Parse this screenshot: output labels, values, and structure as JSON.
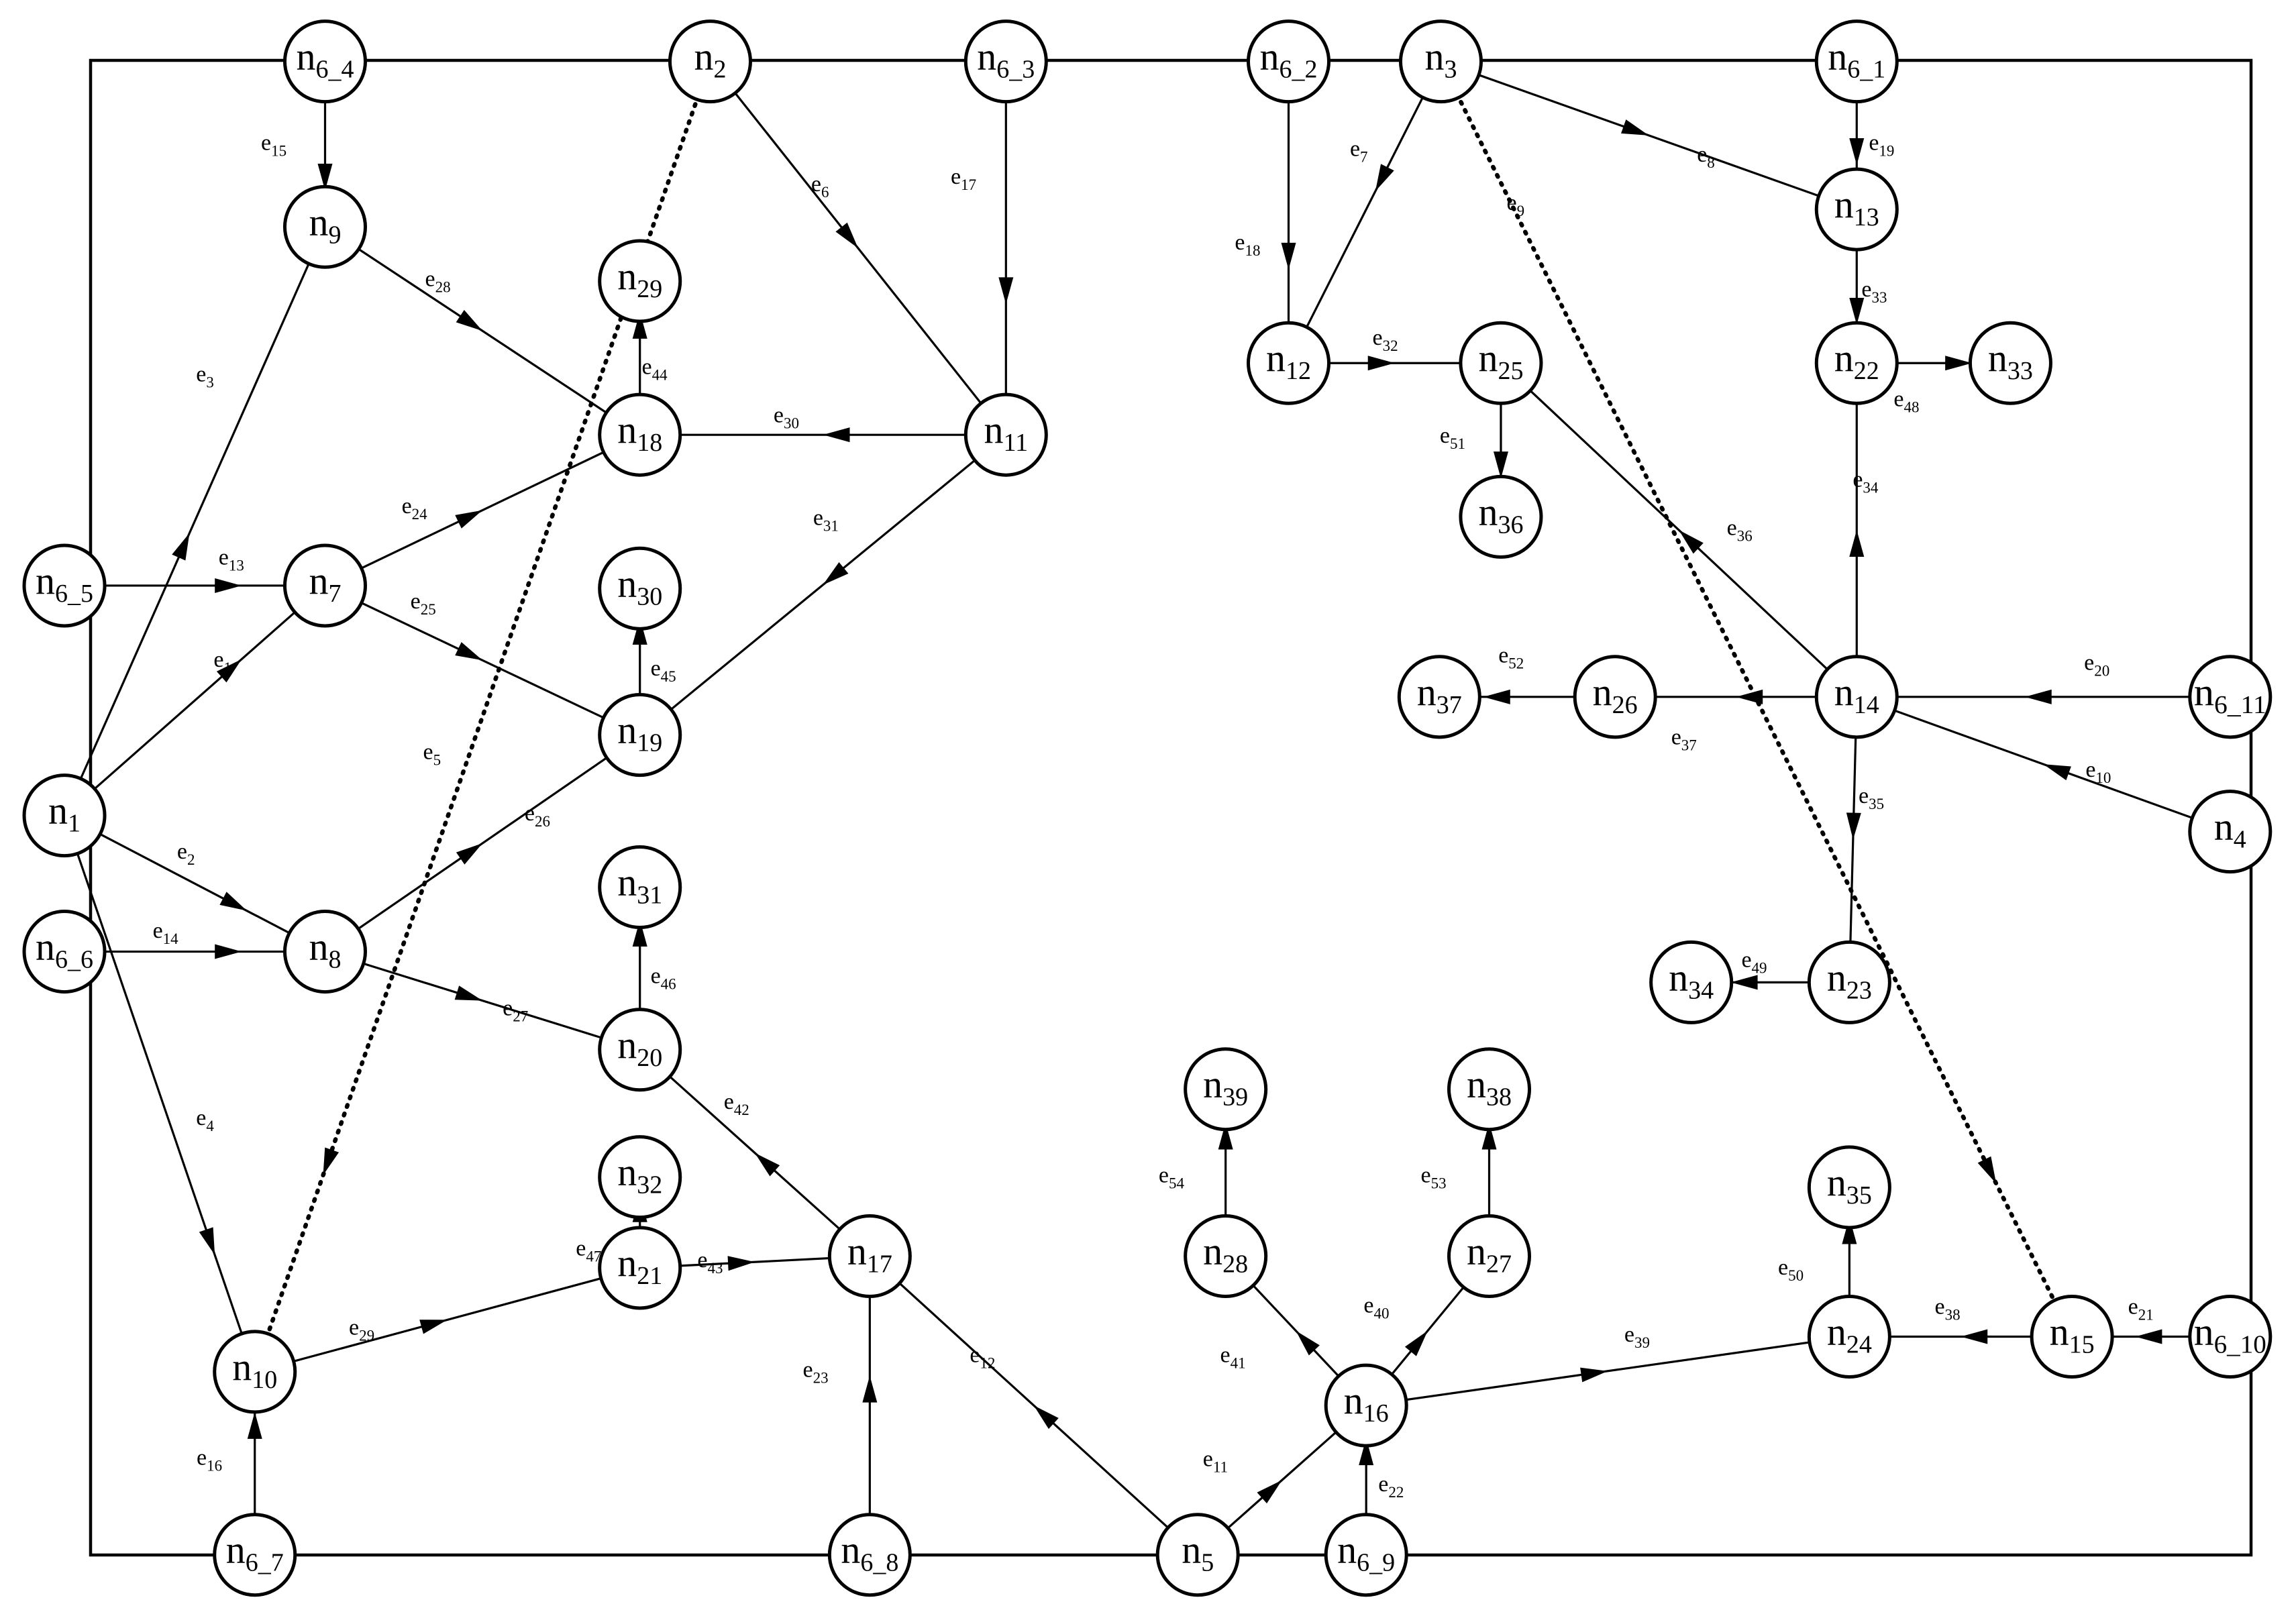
{
  "nodes": [
    {
      "id": "n1",
      "base": "n",
      "sub": "1"
    },
    {
      "id": "n2",
      "base": "n",
      "sub": "2"
    },
    {
      "id": "n3",
      "base": "n",
      "sub": "3"
    },
    {
      "id": "n4",
      "base": "n",
      "sub": "4"
    },
    {
      "id": "n5",
      "base": "n",
      "sub": "5"
    },
    {
      "id": "n6_1",
      "base": "n",
      "sub": "6_1"
    },
    {
      "id": "n6_2",
      "base": "n",
      "sub": "6_2"
    },
    {
      "id": "n6_3",
      "base": "n",
      "sub": "6_3"
    },
    {
      "id": "n6_4",
      "base": "n",
      "sub": "6_4"
    },
    {
      "id": "n6_5",
      "base": "n",
      "sub": "6_5"
    },
    {
      "id": "n6_6",
      "base": "n",
      "sub": "6_6"
    },
    {
      "id": "n6_7",
      "base": "n",
      "sub": "6_7"
    },
    {
      "id": "n6_8",
      "base": "n",
      "sub": "6_8"
    },
    {
      "id": "n6_9",
      "base": "n",
      "sub": "6_9"
    },
    {
      "id": "n6_10",
      "base": "n",
      "sub": "6_10"
    },
    {
      "id": "n6_11",
      "base": "n",
      "sub": "6_11"
    },
    {
      "id": "n7",
      "base": "n",
      "sub": "7"
    },
    {
      "id": "n8",
      "base": "n",
      "sub": "8"
    },
    {
      "id": "n9",
      "base": "n",
      "sub": "9"
    },
    {
      "id": "n10",
      "base": "n",
      "sub": "10"
    },
    {
      "id": "n11",
      "base": "n",
      "sub": "11"
    },
    {
      "id": "n12",
      "base": "n",
      "sub": "12"
    },
    {
      "id": "n13",
      "base": "n",
      "sub": "13"
    },
    {
      "id": "n14",
      "base": "n",
      "sub": "14"
    },
    {
      "id": "n15",
      "base": "n",
      "sub": "15"
    },
    {
      "id": "n16",
      "base": "n",
      "sub": "16"
    },
    {
      "id": "n17",
      "base": "n",
      "sub": "17"
    },
    {
      "id": "n18",
      "base": "n",
      "sub": "18"
    },
    {
      "id": "n19",
      "base": "n",
      "sub": "19"
    },
    {
      "id": "n20",
      "base": "n",
      "sub": "20"
    },
    {
      "id": "n21",
      "base": "n",
      "sub": "21"
    },
    {
      "id": "n22",
      "base": "n",
      "sub": "22"
    },
    {
      "id": "n23",
      "base": "n",
      "sub": "23"
    },
    {
      "id": "n24",
      "base": "n",
      "sub": "24"
    },
    {
      "id": "n25",
      "base": "n",
      "sub": "25"
    },
    {
      "id": "n26",
      "base": "n",
      "sub": "26"
    },
    {
      "id": "n27",
      "base": "n",
      "sub": "27"
    },
    {
      "id": "n28",
      "base": "n",
      "sub": "28"
    },
    {
      "id": "n29",
      "base": "n",
      "sub": "29"
    },
    {
      "id": "n30",
      "base": "n",
      "sub": "30"
    },
    {
      "id": "n31",
      "base": "n",
      "sub": "31"
    },
    {
      "id": "n32",
      "base": "n",
      "sub": "32"
    },
    {
      "id": "n33",
      "base": "n",
      "sub": "33"
    },
    {
      "id": "n34",
      "base": "n",
      "sub": "34"
    },
    {
      "id": "n35",
      "base": "n",
      "sub": "35"
    },
    {
      "id": "n36",
      "base": "n",
      "sub": "36"
    },
    {
      "id": "n37",
      "base": "n",
      "sub": "37"
    },
    {
      "id": "n38",
      "base": "n",
      "sub": "38"
    },
    {
      "id": "n39",
      "base": "n",
      "sub": "39"
    }
  ],
  "edges": [
    {
      "id": "e1",
      "base": "e",
      "sub": "1",
      "from": "n1",
      "to": "n7"
    },
    {
      "id": "e2",
      "base": "e",
      "sub": "2",
      "from": "n1",
      "to": "n8"
    },
    {
      "id": "e3",
      "base": "e",
      "sub": "3",
      "from": "n1",
      "to": "n9"
    },
    {
      "id": "e4",
      "base": "e",
      "sub": "4",
      "from": "n1",
      "to": "n10"
    },
    {
      "id": "e5",
      "base": "e",
      "sub": "5",
      "from": "n2",
      "to": "n10",
      "style": "dotted"
    },
    {
      "id": "e6",
      "base": "e",
      "sub": "6",
      "from": "n2",
      "to": "n11"
    },
    {
      "id": "e7",
      "base": "e",
      "sub": "7",
      "from": "n12",
      "to": "n3",
      "arrow": "reverse"
    },
    {
      "id": "e8",
      "base": "e",
      "sub": "8",
      "from": "n3",
      "to": "n13"
    },
    {
      "id": "e9",
      "base": "e",
      "sub": "9",
      "from": "n3",
      "to": "n15",
      "style": "dotted"
    },
    {
      "id": "e10",
      "base": "e",
      "sub": "10",
      "from": "n4",
      "to": "n14"
    },
    {
      "id": "e11",
      "base": "e",
      "sub": "11",
      "from": "n5",
      "to": "n16"
    },
    {
      "id": "e12",
      "base": "e",
      "sub": "12",
      "from": "n5",
      "to": "n17"
    },
    {
      "id": "e13",
      "base": "e",
      "sub": "13",
      "from": "n6_5",
      "to": "n7"
    },
    {
      "id": "e14",
      "base": "e",
      "sub": "14",
      "from": "n6_6",
      "to": "n8"
    },
    {
      "id": "e15",
      "base": "e",
      "sub": "15",
      "from": "n6_4",
      "to": "n9"
    },
    {
      "id": "e16",
      "base": "e",
      "sub": "16",
      "from": "n6_7",
      "to": "n10"
    },
    {
      "id": "e17",
      "base": "e",
      "sub": "17",
      "from": "n6_3",
      "to": "n11"
    },
    {
      "id": "e18",
      "base": "e",
      "sub": "18",
      "from": "n6_2",
      "to": "n12"
    },
    {
      "id": "e19",
      "base": "e",
      "sub": "19",
      "from": "n6_1",
      "to": "n13"
    },
    {
      "id": "e20",
      "base": "e",
      "sub": "20",
      "from": "n6_11",
      "to": "n14"
    },
    {
      "id": "e21",
      "base": "e",
      "sub": "21",
      "from": "n6_10",
      "to": "n15"
    },
    {
      "id": "e22",
      "base": "e",
      "sub": "22",
      "from": "n6_9",
      "to": "n16"
    },
    {
      "id": "e23",
      "base": "e",
      "sub": "23",
      "from": "n6_8",
      "to": "n17"
    },
    {
      "id": "e24",
      "base": "e",
      "sub": "24",
      "from": "n7",
      "to": "n18"
    },
    {
      "id": "e25",
      "base": "e",
      "sub": "25",
      "from": "n7",
      "to": "n19"
    },
    {
      "id": "e26",
      "base": "e",
      "sub": "26",
      "from": "n8",
      "to": "n19"
    },
    {
      "id": "e27",
      "base": "e",
      "sub": "27",
      "from": "n8",
      "to": "n20"
    },
    {
      "id": "e28",
      "base": "e",
      "sub": "28",
      "from": "n9",
      "to": "n18"
    },
    {
      "id": "e29",
      "base": "e",
      "sub": "29",
      "from": "n10",
      "to": "n21"
    },
    {
      "id": "e30",
      "base": "e",
      "sub": "30",
      "from": "n11",
      "to": "n18"
    },
    {
      "id": "e31",
      "base": "e",
      "sub": "31",
      "from": "n11",
      "to": "n19"
    },
    {
      "id": "e32",
      "base": "e",
      "sub": "32",
      "from": "n12",
      "to": "n25"
    },
    {
      "id": "e33",
      "base": "e",
      "sub": "33",
      "from": "n13",
      "to": "n22"
    },
    {
      "id": "e34",
      "base": "e",
      "sub": "34",
      "from": "n14",
      "to": "n22"
    },
    {
      "id": "e35",
      "base": "e",
      "sub": "35",
      "from": "n14",
      "to": "n23"
    },
    {
      "id": "e36",
      "base": "e",
      "sub": "36",
      "from": "n14",
      "to": "n25"
    },
    {
      "id": "e37",
      "base": "e",
      "sub": "37",
      "from": "n14",
      "to": "n26"
    },
    {
      "id": "e38",
      "base": "e",
      "sub": "38",
      "from": "n15",
      "to": "n24"
    },
    {
      "id": "e39",
      "base": "e",
      "sub": "39",
      "from": "n16",
      "to": "n24"
    },
    {
      "id": "e40",
      "base": "e",
      "sub": "40",
      "from": "n16",
      "to": "n27"
    },
    {
      "id": "e41",
      "base": "e",
      "sub": "41",
      "from": "n16",
      "to": "n28"
    },
    {
      "id": "e42",
      "base": "e",
      "sub": "42",
      "from": "n17",
      "to": "n20"
    },
    {
      "id": "e43",
      "base": "e",
      "sub": "43",
      "from": "n21",
      "to": "n17"
    },
    {
      "id": "e44",
      "base": "e",
      "sub": "44",
      "from": "n18",
      "to": "n29"
    },
    {
      "id": "e45",
      "base": "e",
      "sub": "45",
      "from": "n19",
      "to": "n30"
    },
    {
      "id": "e46",
      "base": "e",
      "sub": "46",
      "from": "n20",
      "to": "n31"
    },
    {
      "id": "e47",
      "base": "e",
      "sub": "47",
      "from": "n21",
      "to": "n32"
    },
    {
      "id": "e48",
      "base": "e",
      "sub": "48",
      "from": "n22",
      "to": "n33"
    },
    {
      "id": "e49",
      "base": "e",
      "sub": "49",
      "from": "n23",
      "to": "n34"
    },
    {
      "id": "e50",
      "base": "e",
      "sub": "50",
      "from": "n24",
      "to": "n35"
    },
    {
      "id": "e51",
      "base": "e",
      "sub": "51",
      "from": "n25",
      "to": "n36"
    },
    {
      "id": "e52",
      "base": "e",
      "sub": "52",
      "from": "n26",
      "to": "n37"
    },
    {
      "id": "e53",
      "base": "e",
      "sub": "53",
      "from": "n27",
      "to": "n38"
    },
    {
      "id": "e54",
      "base": "e",
      "sub": "54",
      "from": "n28",
      "to": "n39"
    }
  ]
}
